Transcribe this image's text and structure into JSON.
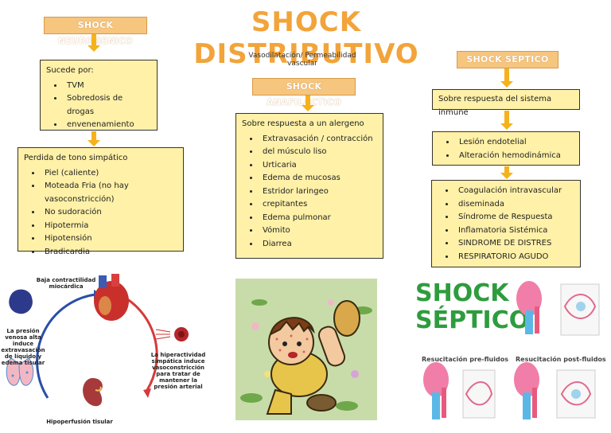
{
  "title": "SHOCK DISTRIBUTIVO",
  "subtitle": "Vasodilatación/ Permeabilidad vascular",
  "neurogenico": {
    "tag": "SHOCK NEUROGENICO",
    "box1_heading": "Sucede por:",
    "box1_items": [
      "TVM",
      "Sobredosis de drogas",
      "envenenamiento"
    ],
    "box2_heading": "Perdida de tono simpático",
    "box2_items": [
      "Piel (caliente)",
      "Moteada Fria (no hay vasoconstricción)",
      "No sudoración",
      "Hipotermia",
      "Hipotensión",
      "Bradicardia"
    ]
  },
  "anafilactico": {
    "tag": "SHOCK ANAFILACTICO",
    "heading": "Sobre respuesta a un alergeno",
    "items": [
      "Extravasación / contracción",
      "del músculo liso",
      "Urticaria",
      "Edema de mucosas",
      "Estridor laringeo",
      "crepitantes",
      "Edema pulmonar",
      "Vómito",
      "Diarrea"
    ]
  },
  "septico": {
    "tag": "SHOCK SEPTICO",
    "box1": "Sobre respuesta del sistema inmune",
    "box2_items": [
      "Lesión endotelial",
      "Alteración hemodinámica"
    ],
    "box3_items": [
      "Coagulación intravascular",
      "diseminada",
      "Síndrome de Respuesta",
      "Inflamatoria Sistémica",
      "SINDROME DE DISTRES",
      "RESPIRATORIO AGUDO"
    ]
  },
  "illustration1": {
    "label_top": "Baja contractilidad miocárdica",
    "label_left": "La presión venosa alta induce extravasación de líquido y edema tisular",
    "label_right": "La hiperactividad simpática induce vasoconstricción para tratar de mantener la presión arterial",
    "label_bottom": "Hipoperfusión tisular"
  },
  "illustration3": {
    "shock_line1": "SHOCK",
    "shock_line2": "SÉPTICO",
    "resus_pre": "Resucitación pre-fluidos",
    "resus_post": "Resucitación post-fluidos"
  },
  "colors": {
    "title": "#f2a43a",
    "tag_bg": "#f6c57e",
    "box_bg": "#fff1a8",
    "arrow": "#f5b21a",
    "septic_green": "#2e9c3e"
  }
}
